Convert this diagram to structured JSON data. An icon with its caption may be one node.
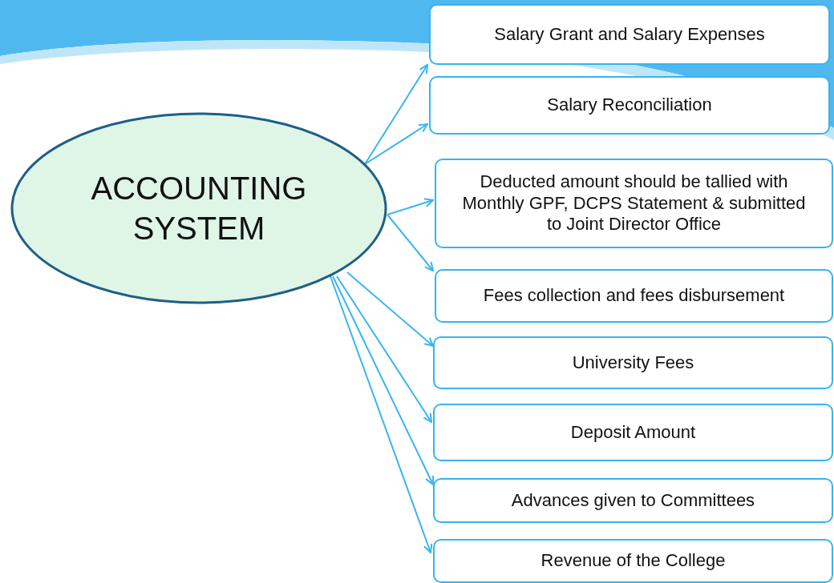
{
  "diagram": {
    "nodes": [
      {
        "text": [
          "ACCOUNTING SYSTEM"
        ]
      },
      {
        "text": [
          "Salary Grant and Salary Expenses"
        ]
      },
      {
        "text": [
          "Salary Reconciliation"
        ]
      },
      {
        "text": [
          "Deducted amount should be tallied with Monthly GPF, DCPS Statement & submitted  to Joint Director Office"
        ]
      },
      {
        "text": [
          "Fees collection and fees disbursement"
        ]
      },
      {
        "text": [
          "University Fees"
        ]
      },
      {
        "text": [
          "Deposit Amount"
        ]
      },
      {
        "text": [
          "Advances given to Committees"
        ]
      },
      {
        "text": [
          "Revenue of the College"
        ]
      }
    ],
    "edges": [
      {
        "from": 0,
        "to": 1,
        "arrow": "to"
      },
      {
        "from": 0,
        "to": 2,
        "arrow": "to"
      },
      {
        "from": 0,
        "to": 3,
        "arrow": "to"
      },
      {
        "from": 0,
        "to": 4,
        "arrow": "to"
      },
      {
        "from": 0,
        "to": 5,
        "arrow": "to"
      },
      {
        "from": 0,
        "to": 6,
        "arrow": "to"
      },
      {
        "from": 0,
        "to": 7,
        "arrow": "to"
      },
      {
        "from": 0,
        "to": 8,
        "arrow": "to"
      }
    ]
  }
}
